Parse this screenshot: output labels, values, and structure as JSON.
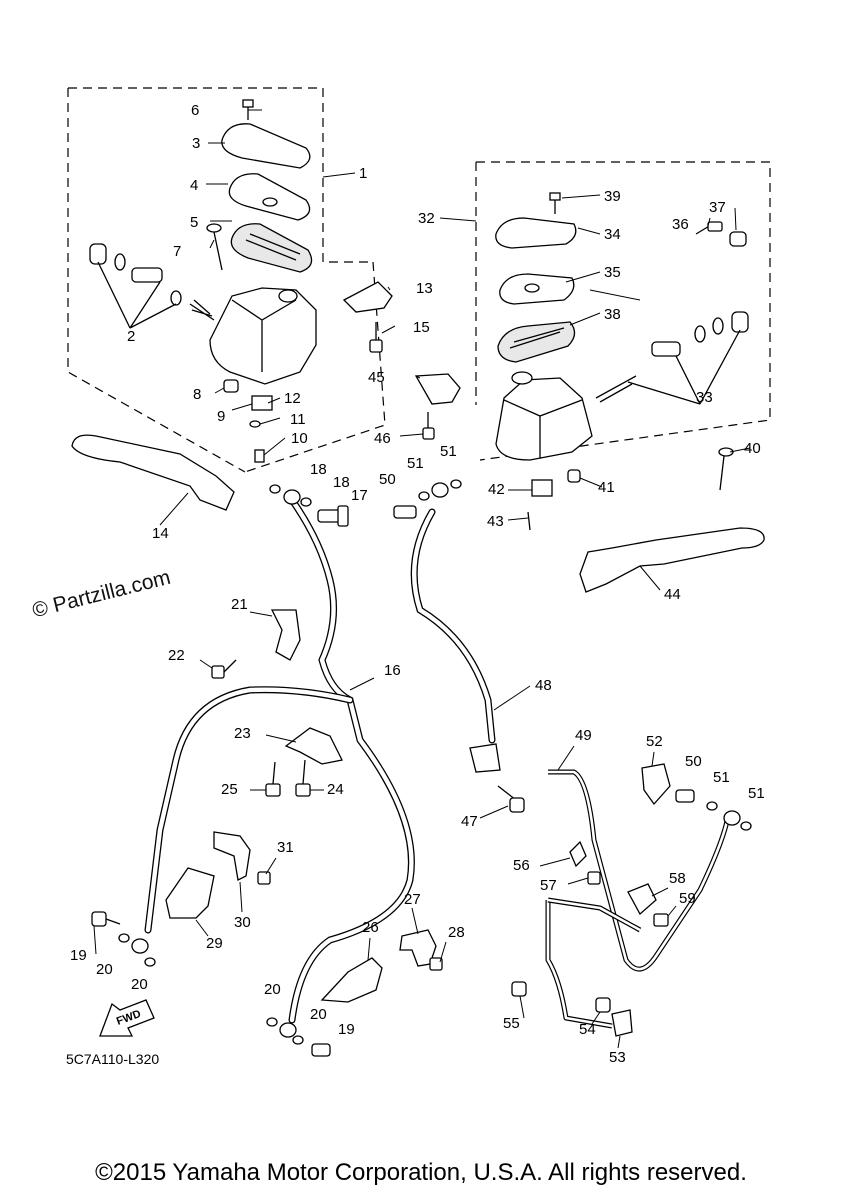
{
  "watermark": "© Partzilla.com",
  "diagram_code": "5C7A110-L320",
  "copyright": "©2015 Yamaha Motor Corporation, U.S.A. All rights reserved.",
  "fwd_label": "FWD",
  "part_labels": {
    "p1": "1",
    "p2": "2",
    "p3": "3",
    "p4": "4",
    "p5": "5",
    "p6": "6",
    "p7": "7",
    "p8": "8",
    "p9": "9",
    "p10": "10",
    "p11": "11",
    "p12": "12",
    "p13": "13",
    "p14": "14",
    "p15": "15",
    "p16": "16",
    "p17": "17",
    "p18a": "18",
    "p18b": "18",
    "p19a": "19",
    "p19b": "19",
    "p20a": "20",
    "p20b": "20",
    "p20c": "20",
    "p20d": "20",
    "p21": "21",
    "p22": "22",
    "p23": "23",
    "p24": "24",
    "p25": "25",
    "p26": "26",
    "p27": "27",
    "p28": "28",
    "p29": "29",
    "p30": "30",
    "p31": "31",
    "p32": "32",
    "p33": "33",
    "p34": "34",
    "p35": "35",
    "p36": "36",
    "p37": "37",
    "p38": "38",
    "p39": "39",
    "p40": "40",
    "p41": "41",
    "p42": "42",
    "p43": "43",
    "p44": "44",
    "p45": "45",
    "p46": "46",
    "p47": "47",
    "p48": "48",
    "p49": "49",
    "p50a": "50",
    "p50b": "50",
    "p51a": "51",
    "p51b": "51",
    "p51c": "51",
    "p51d": "51",
    "p52": "52",
    "p53": "53",
    "p54": "54",
    "p55": "55",
    "p56": "56",
    "p57": "57",
    "p58": "58",
    "p59": "59"
  }
}
